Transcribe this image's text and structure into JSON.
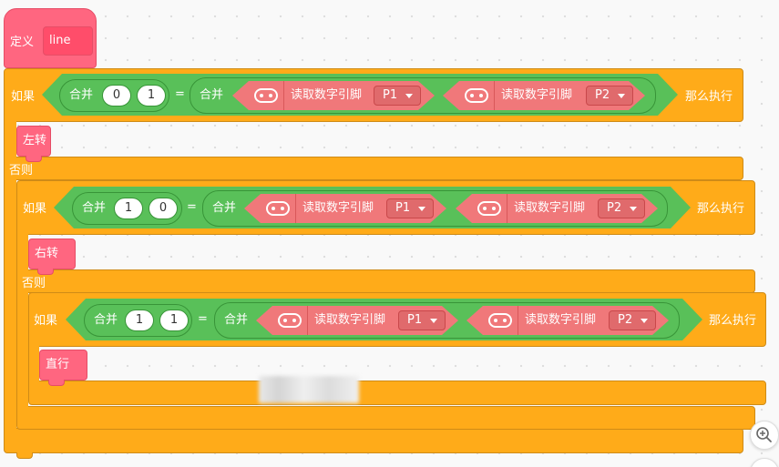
{
  "define": {
    "label": "定义",
    "name": "line"
  },
  "keywords": {
    "if": "如果",
    "then": "那么执行",
    "else": "否则",
    "merge": "合并",
    "equals": "="
  },
  "pin_block": {
    "label": "读取数字引脚",
    "icon": "robot-eyes-icon"
  },
  "levels": [
    {
      "values": [
        "0",
        "1"
      ],
      "pin_a": "P1",
      "pin_b": "P2",
      "action": "左转"
    },
    {
      "values": [
        "1",
        "0"
      ],
      "pin_a": "P1",
      "pin_b": "P2",
      "action": "右转"
    },
    {
      "values": [
        "1",
        "1"
      ],
      "pin_a": "P1",
      "pin_b": "P2",
      "action": "直行"
    }
  ],
  "zoom": {
    "icon": "zoom-in-icon"
  }
}
